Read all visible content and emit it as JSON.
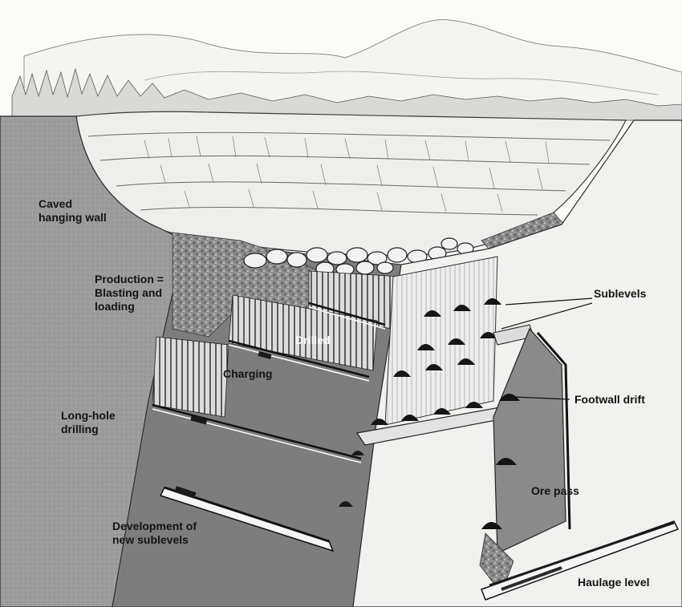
{
  "labels": {
    "caved_hanging_wall": [
      "Caved",
      "hanging wall"
    ],
    "production": [
      "Production =",
      "Blasting and",
      "loading"
    ],
    "drilled": "Drilled",
    "charging": "Charging",
    "long_hole_drilling": [
      "Long-hole",
      "drilling"
    ],
    "development": [
      "Development of",
      "new sublevels"
    ],
    "sublevels": "Sublevels",
    "footwall_drift": "Footwall drift",
    "ore_pass": "Ore pass",
    "haulage_level": "Haulage level"
  }
}
